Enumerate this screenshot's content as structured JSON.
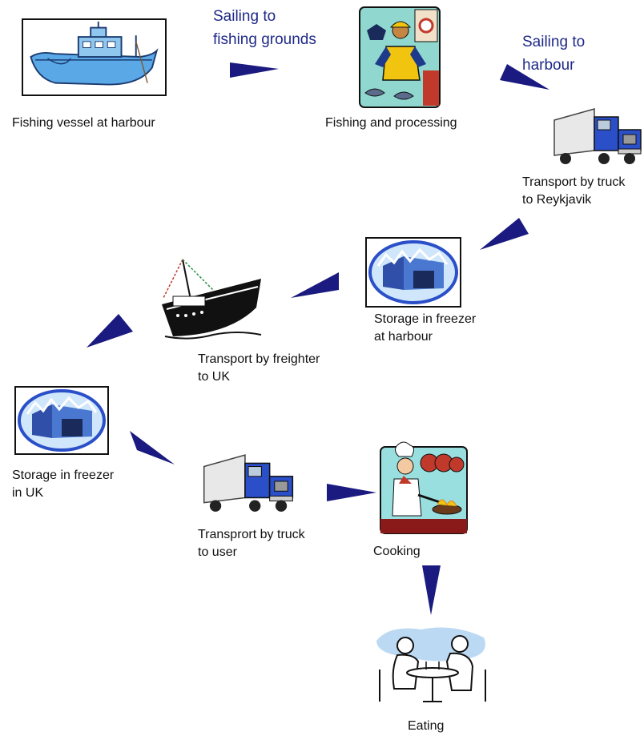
{
  "title": "",
  "steps": {
    "sail_out": "Sailing to\nfishing grounds",
    "sail_back": "Sailing to\nharbour"
  },
  "nodes": {
    "vessel": "Fishing vessel at harbour",
    "fishing": "Fishing and processing",
    "truck_reykjavik": "Transport by truck\nto Reykjavik",
    "storage_harbour": "Storage in freezer\nat harbour",
    "freighter": "Transport by freighter\nto UK",
    "storage_uk": "Storage in freezer\nin UK",
    "truck_user": "Transprort by truck\nto user",
    "cooking": "Cooking",
    "eating": "Eating"
  },
  "colors": {
    "arrow": "#1a1a80",
    "step_text": "#1f2a88",
    "truck_blue": "#2a4fc8",
    "boat_blue": "#5aa8e6"
  }
}
